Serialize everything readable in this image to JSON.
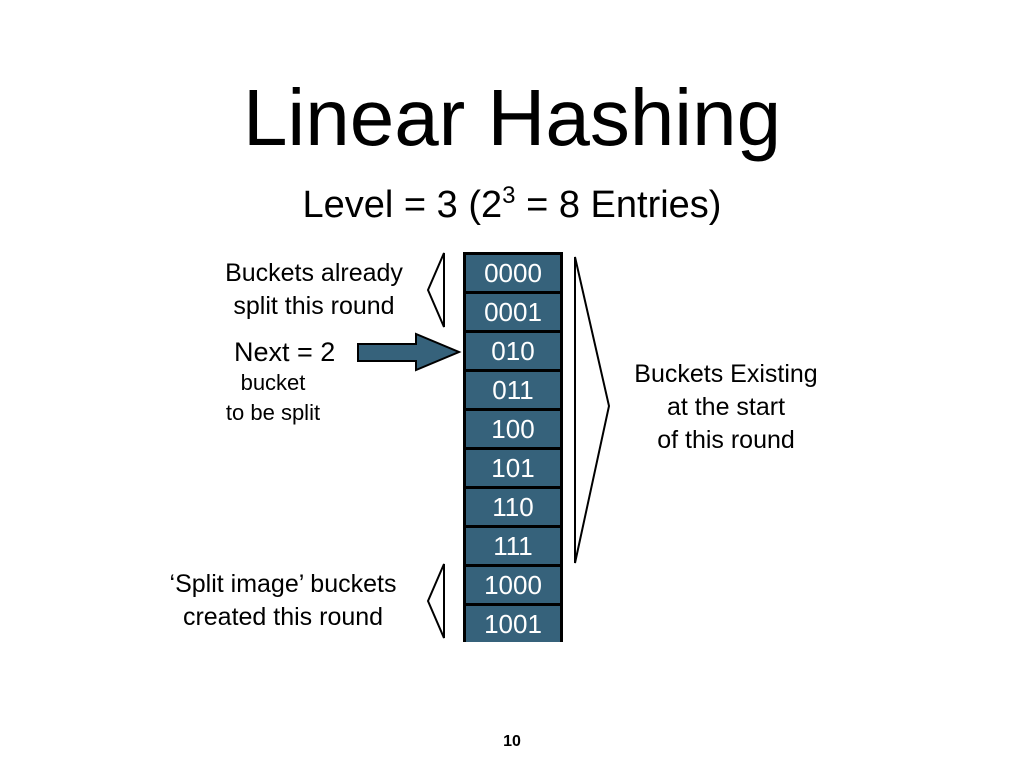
{
  "slide": {
    "title": "Linear Hashing",
    "subtitle": {
      "before_exponent": "Level = 3 (2",
      "exponent": "3",
      "after_exponent": " = 8 Entries)"
    },
    "labels": {
      "already_split": [
        "Buckets already",
        "split this round"
      ],
      "next": "Next = 2",
      "to_be_split": [
        "bucket",
        "to be split"
      ],
      "split_image": [
        "‘Split image’ buckets",
        "created this round"
      ],
      "existing": [
        "Buckets Existing",
        "at the start",
        "of this round"
      ]
    },
    "buckets": [
      "0000",
      "0001",
      "010",
      "011",
      "100",
      "101",
      "110",
      "111",
      "1000",
      "1001"
    ],
    "page_number": "10"
  },
  "colors": {
    "bucket_fill": "#36627b",
    "bucket_border": "#000000",
    "bucket_text": "#ffffff",
    "arrow_fill": "#36627b",
    "background": "#ffffff"
  },
  "icons": {
    "next_pointer": "right-arrow-icon",
    "brackets": "angle-bracket-icon"
  }
}
